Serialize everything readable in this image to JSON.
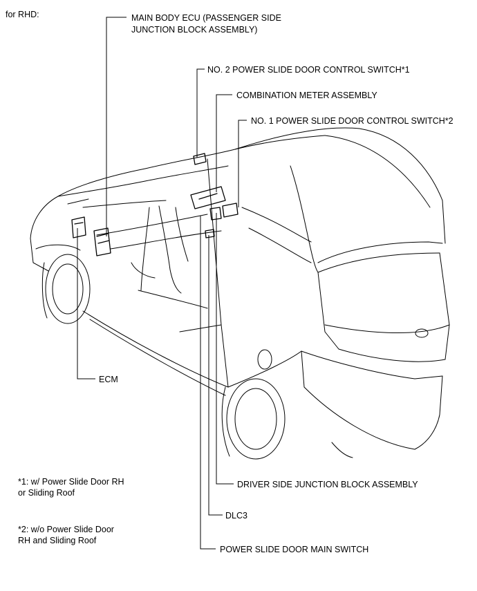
{
  "header": "for RHD:",
  "callouts": {
    "main_body_ecu": [
      "MAIN BODY ECU (PASSENGER SIDE",
      "JUNCTION BLOCK ASSEMBLY)"
    ],
    "pwr_slide_switch_2": "NO. 2 POWER SLIDE DOOR CONTROL SWITCH*1",
    "combination_meter": "COMBINATION METER ASSEMBLY",
    "pwr_slide_switch_1": "NO. 1 POWER SLIDE DOOR CONTROL SWITCH*2",
    "ecm": "ECM",
    "driver_side_jb": "DRIVER SIDE JUNCTION BLOCK ASSEMBLY",
    "dlc3": "DLC3",
    "pwr_slide_main_switch": "POWER SLIDE DOOR MAIN SWITCH"
  },
  "footnotes": {
    "note1": [
      "*1: w/ Power Slide Door RH",
      "or Sliding Roof"
    ],
    "note2": [
      "*2: w/o Power Slide Door",
      "RH and Sliding Roof"
    ]
  }
}
